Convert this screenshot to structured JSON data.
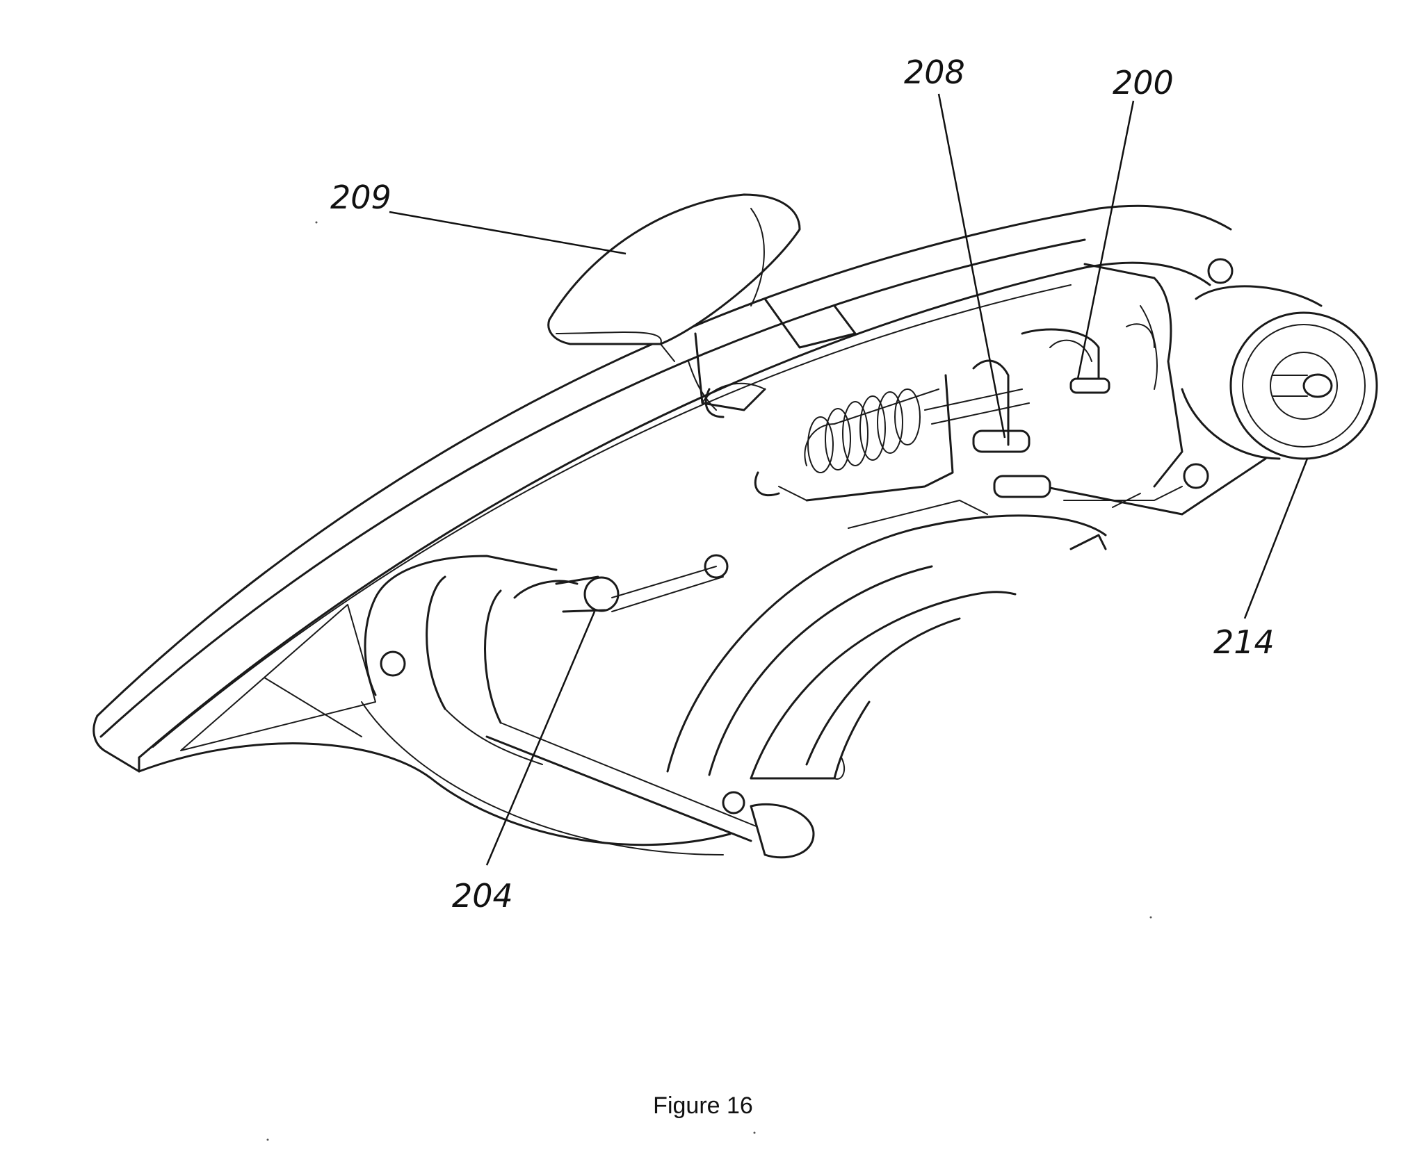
{
  "figure": {
    "caption": "Figure 16",
    "reference_numerals": [
      {
        "id": "209",
        "label": "209"
      },
      {
        "id": "208",
        "label": "208"
      },
      {
        "id": "200",
        "label": "200"
      },
      {
        "id": "214",
        "label": "214"
      },
      {
        "id": "204",
        "label": "204"
      }
    ]
  }
}
